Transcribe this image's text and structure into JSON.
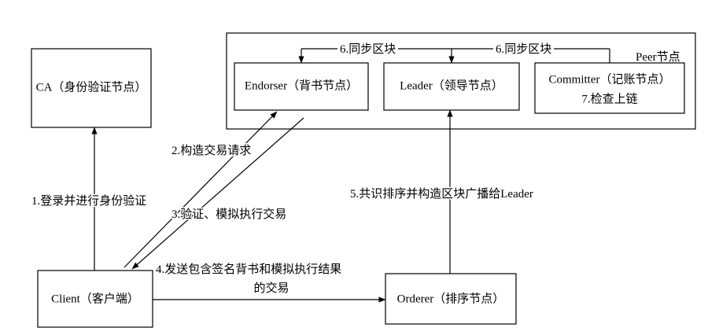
{
  "nodes": {
    "ca": {
      "label": "CA（身份验证节点）"
    },
    "peer_group": {
      "label": "Peer节点"
    },
    "endorser": {
      "label": "Endorser（背书节点）"
    },
    "leader": {
      "label": "Leader（领导节点）"
    },
    "committer": {
      "label": "Committer（记账节点）",
      "step_label": "7.检查上链"
    },
    "client": {
      "label": "Client（客户端）"
    },
    "orderer": {
      "label": "Orderer（排序节点）"
    }
  },
  "edges": {
    "login": {
      "label": "1.登录并进行身份验证"
    },
    "construct_request": {
      "label": "2.构造交易请求"
    },
    "endorse": {
      "label": "3.验证、模拟执行交易"
    },
    "submit": {
      "label_line1": "4.发送包含签名背书和模拟执行结果",
      "label_line2": "的交易"
    },
    "consensus": {
      "label": "5.共识排序并构造区块广播给Leader"
    },
    "sync_left": {
      "label": "6.同步区块"
    },
    "sync_right": {
      "label": "6.同步区块"
    }
  }
}
